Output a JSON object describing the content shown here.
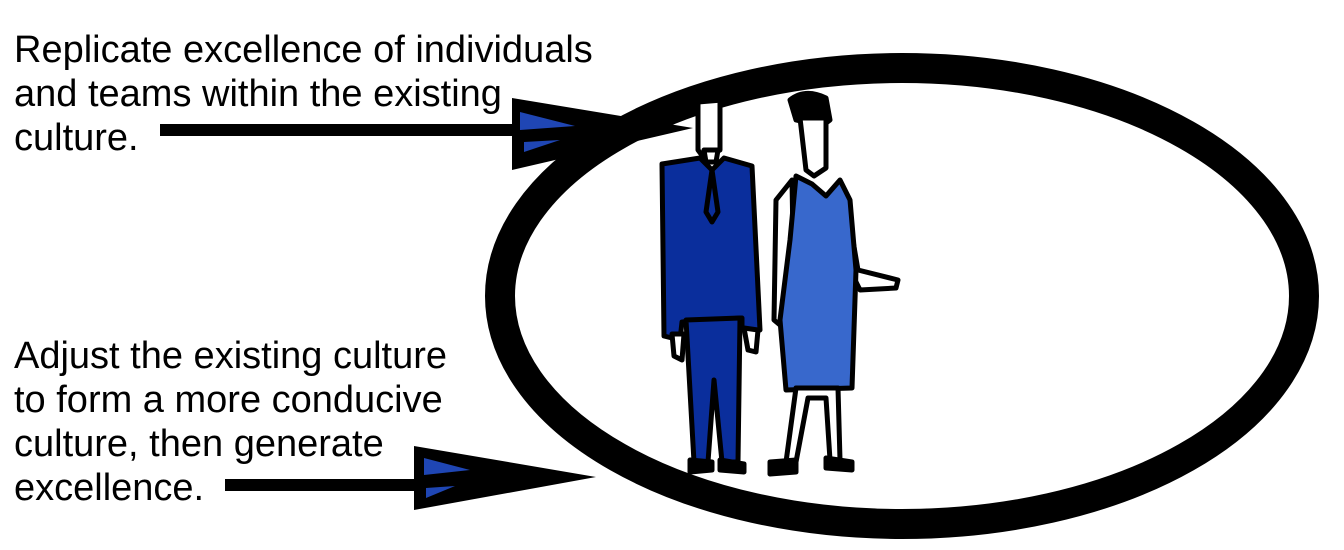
{
  "annotations": [
    {
      "id": "top",
      "lines": [
        "Replicate excellence of individuals",
        "and teams within the existing",
        "culture."
      ]
    },
    {
      "id": "bottom",
      "lines": [
        "Adjust the existing culture",
        "to form a more conducive",
        "culture, then generate",
        "excellence."
      ]
    }
  ],
  "colors": {
    "ring": "#000000",
    "man_suit": "#0a2e9c",
    "woman_dress": "#3868cc",
    "arrowhead_accent": "#1f46b4",
    "skin": "#ffffff"
  }
}
